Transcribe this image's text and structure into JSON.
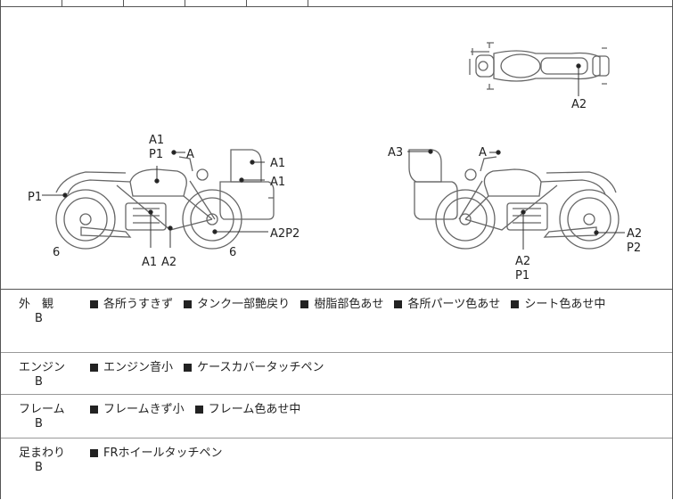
{
  "diagram": {
    "labels": {
      "top_view_a2": "A2",
      "left_a1_top": "A1",
      "left_p1_top": "P1",
      "left_a_top": "A",
      "left_a1_bag_top": "A1",
      "left_a1_bag_mid": "A1",
      "left_p1_side": "P1",
      "left_a2p2": "A2P2",
      "left_a1_bottom": "A1",
      "left_a2_bottom": "A2",
      "left_6_front": "6",
      "left_6_rear": "6",
      "right_a3": "A3",
      "right_a": "A",
      "right_a2_low": "A2",
      "right_p1_low": "P1",
      "right_a2_side": "A2",
      "right_p2_side": "P2"
    }
  },
  "rows": [
    {
      "category": "外　観",
      "grade": "B",
      "notes": [
        "各所うすきず",
        "タンク一部艶戻り",
        "樹脂部色あせ",
        "各所パーツ色あせ",
        "シート色あせ中"
      ]
    },
    {
      "category": "エンジン",
      "grade": "B",
      "notes": [
        "エンジン音小",
        "ケースカバータッチペン"
      ]
    },
    {
      "category": "フレーム",
      "grade": "B",
      "notes": [
        "フレームきず小",
        "フレーム色あせ中"
      ]
    },
    {
      "category": "足まわり",
      "grade": "B",
      "notes": [
        "FRホイールタッチペン"
      ]
    }
  ]
}
